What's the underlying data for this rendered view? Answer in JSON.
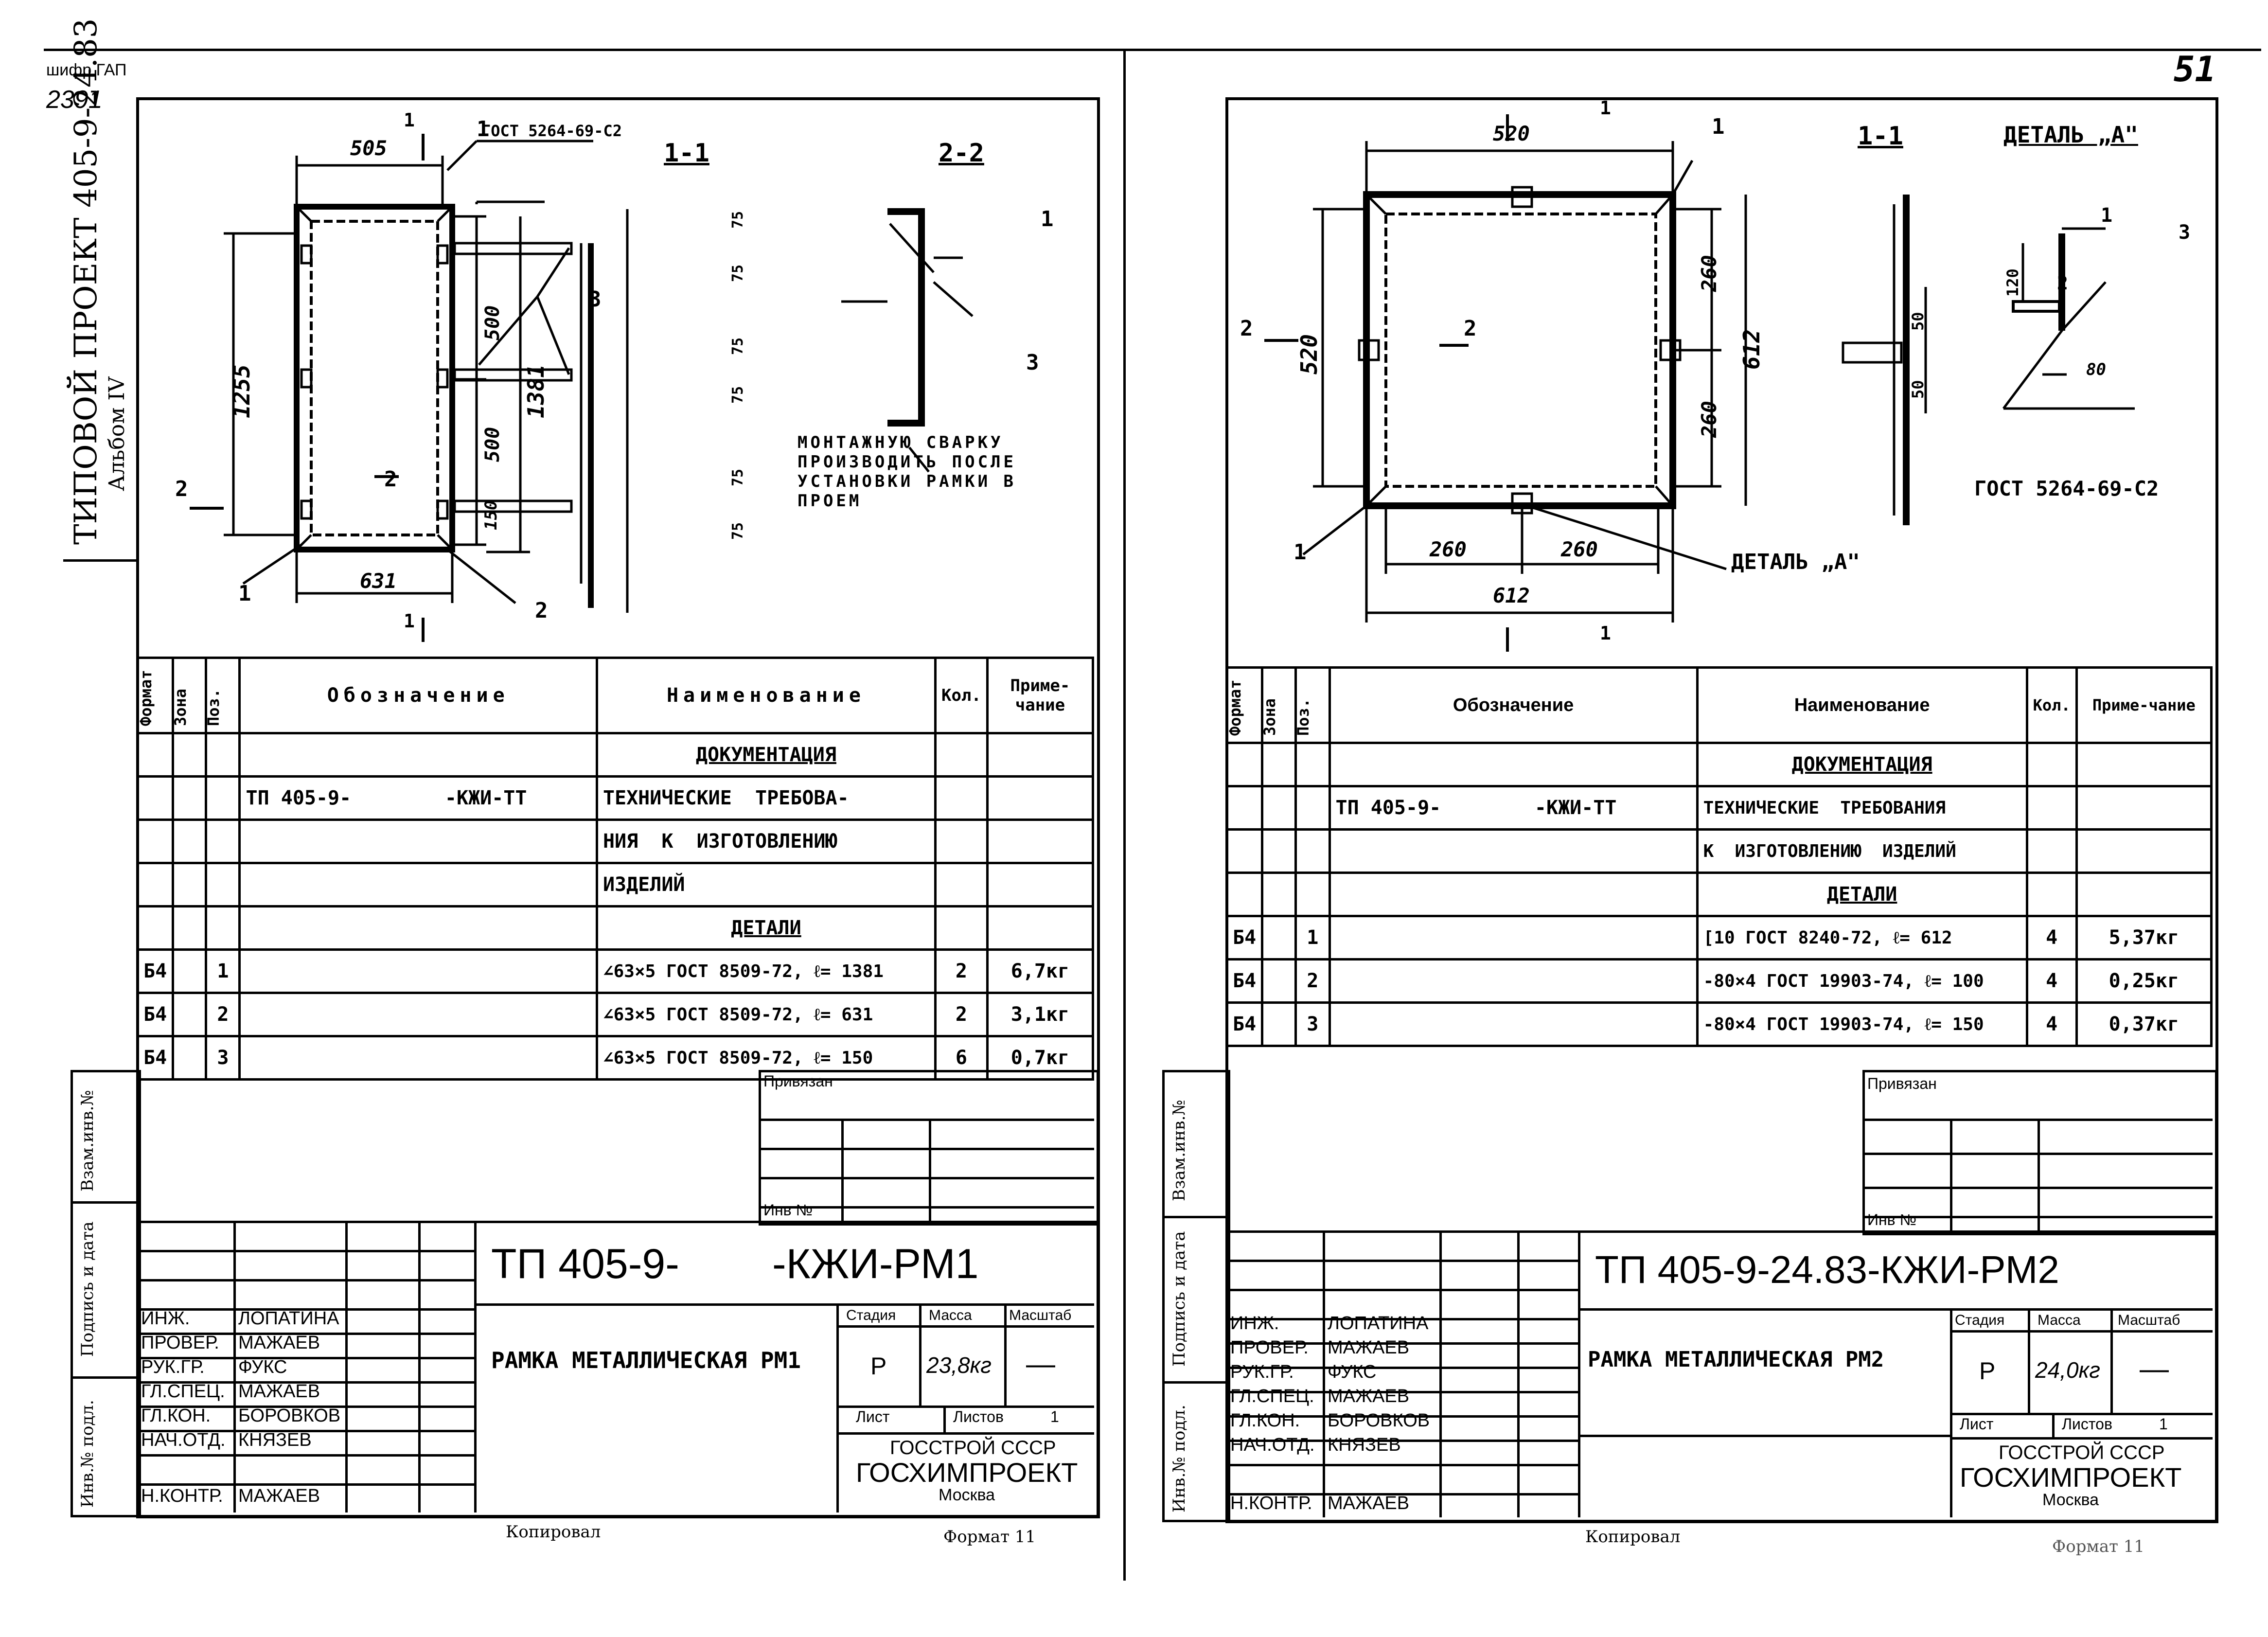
{
  "margin": {
    "cipher_label": "шифр ГАП",
    "cipher_number": "2391",
    "album_stamp": "ТИПОВОЙ ПРОЕКТ 405-9-24.83",
    "album_sub": "Альбом IV"
  },
  "page_number": "51",
  "side_labels": {
    "vzam": "Взам.инв.№",
    "podpis": "Подпись и дата",
    "inv": "Инв.№ подл."
  },
  "left": {
    "drawing": {
      "dim_top": "505",
      "gost_frame": "ГОСТ 5264-69-С2",
      "sec11": "1-1",
      "sec22": "2-2",
      "dim_1255": "1255",
      "dim_500a": "500",
      "dim_500b": "500",
      "dim_1381": "1381",
      "dim_150": "150",
      "dim_631": "631",
      "dim_75a": "75",
      "dim_75b": "75",
      "dim_75c": "75",
      "dim_75d": "75",
      "dim_75e": "75",
      "dim_75f": "75",
      "note": "МОНТАЖНУЮ СВАРКУ ПРОИЗВОДИТЬ ПОСЛЕ УСТАНОВКИ РАМКИ В ПРОЕМ",
      "pos1": "1",
      "pos2": "2",
      "pos3": "3",
      "cut1": "1",
      "cut2": "2"
    },
    "table": {
      "headers": [
        "Формат",
        "Зона",
        "Поз.",
        "Обозначение",
        "Наименование",
        "Кол.",
        "Приме-чание"
      ],
      "rows": [
        [
          "",
          "",
          "",
          "",
          "ДОКУМЕНТАЦИЯ",
          "",
          ""
        ],
        [
          "",
          "",
          "",
          "ТП 405-9-        -КЖИ-ТТ",
          "ТЕХНИЧЕСКИЕ  ТРЕБОВА-",
          "",
          ""
        ],
        [
          "",
          "",
          "",
          "",
          "НИЯ  К  ИЗГОТОВЛЕНИЮ",
          "",
          ""
        ],
        [
          "",
          "",
          "",
          "",
          "ИЗДЕЛИЙ",
          "",
          ""
        ],
        [
          "",
          "",
          "",
          "",
          "ДЕТАЛИ",
          "",
          ""
        ],
        [
          "Б4",
          "",
          "1",
          "",
          "∠63×5 ГОСТ 8509-72, ℓ= 1381",
          "2",
          "6,7кг"
        ],
        [
          "Б4",
          "",
          "2",
          "",
          "∠63×5 ГОСТ 8509-72, ℓ= 631",
          "2",
          "3,1кг"
        ],
        [
          "Б4",
          "",
          "3",
          "",
          "∠63×5 ГОСТ 8509-72, ℓ= 150",
          "6",
          "0,7кг"
        ]
      ]
    },
    "title_block": {
      "privyazan": "Привязан",
      "inv_no": "Инв №",
      "code": "ТП 405-9-        -КЖИ-РМ1",
      "name": "РАМКА МЕТАЛЛИЧЕСКАЯ РМ1",
      "stage_label": "Стадия",
      "mass_label": "Масса",
      "scale_label": "Масштаб",
      "stage": "Р",
      "mass": "23,8кг",
      "scale": "—",
      "sheet_label": "Лист",
      "sheets_label": "Листов",
      "sheets": "1",
      "org1": "ГОССТРОЙ СССР",
      "org2": "ГОСХИМПРОЕКТ",
      "city": "Москва",
      "people": [
        [
          "ИНЖ.",
          "ЛОПАТИНА"
        ],
        [
          "ПРОВЕР.",
          "МАЖАЕВ"
        ],
        [
          "РУК.ГР.",
          "ФУКС"
        ],
        [
          "ГЛ.СПЕЦ.",
          "МАЖАЕВ"
        ],
        [
          "ГЛ.КОН.",
          "БОРОВКОВ"
        ],
        [
          "НАЧ.ОТД.",
          "КНЯЗЕВ"
        ],
        [
          "",
          ""
        ],
        [
          "Н.КОНТР.",
          "МАЖАЕВ"
        ]
      ]
    },
    "copied": "Копировал",
    "format": "Формат 11"
  },
  "right": {
    "drawing": {
      "dim_520_top": "520",
      "dim_520_side": "520",
      "dim_260_r": "260",
      "dim_260_r2": "260",
      "dim_612_r": "612",
      "dim_260_b1": "260",
      "dim_260_b2": "260",
      "dim_612_b": "612",
      "sec11": "1-1",
      "detail_a": "ДЕТАЛЬ „А\"",
      "detail_a2": "ДЕТАЛЬ „А\"",
      "dim_50a": "50",
      "dim_50b": "50",
      "dim_120": "120",
      "dim_80": "80",
      "gost": "ГОСТ 5264-69-С2",
      "pos1": "1",
      "pos2": "2",
      "pos3": "3",
      "cut1": "1",
      "cut2": "2"
    },
    "table": {
      "headers": [
        "Формат",
        "Зона",
        "Поз.",
        "Обозначение",
        "Наименование",
        "Кол.",
        "Приме-чание"
      ],
      "rows": [
        [
          "",
          "",
          "",
          "",
          "ДОКУМЕНТАЦИЯ",
          "",
          ""
        ],
        [
          "",
          "",
          "",
          "ТП 405-9-        -КЖИ-ТТ",
          "ТЕХНИЧЕСКИЕ  ТРЕБОВАНИЯ",
          "",
          ""
        ],
        [
          "",
          "",
          "",
          "",
          "К  ИЗГОТОВЛЕНИЮ  ИЗДЕЛИЙ",
          "",
          ""
        ],
        [
          "",
          "",
          "",
          "",
          "ДЕТАЛИ",
          "",
          ""
        ],
        [
          "Б4",
          "",
          "1",
          "",
          "[10 ГОСТ 8240-72, ℓ= 612",
          "4",
          "5,37кг"
        ],
        [
          "Б4",
          "",
          "2",
          "",
          "-80×4 ГОСТ 19903-74, ℓ= 100",
          "4",
          "0,25кг"
        ],
        [
          "Б4",
          "",
          "3",
          "",
          "-80×4 ГОСТ 19903-74, ℓ= 150",
          "4",
          "0,37кг"
        ]
      ]
    },
    "title_block": {
      "privyazan": "Привязан",
      "inv_no": "Инв №",
      "code": "ТП 405-9-24.83-КЖИ-РМ2",
      "name": "РАМКА МЕТАЛЛИЧЕСКАЯ РМ2",
      "stage_label": "Стадия",
      "mass_label": "Масса",
      "scale_label": "Масштаб",
      "stage": "Р",
      "mass": "24,0кг",
      "scale": "—",
      "sheet_label": "Лист",
      "sheets_label": "Листов",
      "sheets": "1",
      "org1": "ГОССТРОЙ СССР",
      "org2": "ГОСХИМПРОЕКТ",
      "city": "Москва",
      "people": [
        [
          "ИНЖ.",
          "ЛОПАТИНА"
        ],
        [
          "ПРОВЕР.",
          "МАЖАЕВ"
        ],
        [
          "РУК.ГР.",
          "ФУКС"
        ],
        [
          "ГЛ.СПЕЦ.",
          "МАЖАЕВ"
        ],
        [
          "ГЛ.КОН.",
          "БОРОВКОВ"
        ],
        [
          "НАЧ.ОТД.",
          "КНЯЗЕВ"
        ],
        [
          "",
          ""
        ],
        [
          "Н.КОНТР.",
          "МАЖАЕВ"
        ]
      ]
    },
    "copied": "Копировал",
    "format": "Формат 11"
  }
}
